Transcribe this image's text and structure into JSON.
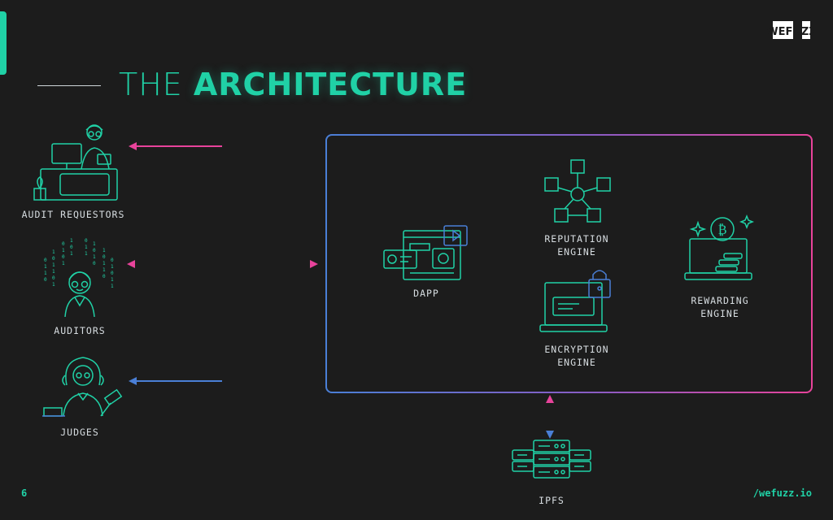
{
  "page": {
    "number": "6",
    "brand_text": "WEFUZZ",
    "url": "/wefuzz.io"
  },
  "title": {
    "prefix": "THE",
    "emphasis": "ARCHITECTURE"
  },
  "actors": [
    {
      "id": "audit-requestors",
      "label": "AUDIT REQUESTORS",
      "icon": "desk-worker-icon"
    },
    {
      "id": "auditors",
      "label": "AUDITORS",
      "icon": "auditor-code-icon"
    },
    {
      "id": "judges",
      "label": "JUDGES",
      "icon": "judge-gavel-icon"
    }
  ],
  "system": {
    "components": [
      {
        "id": "dapp",
        "label": "DAPP",
        "icon": "dapp-window-icon"
      },
      {
        "id": "reputation",
        "label_line1": "REPUTATION",
        "label_line2": "ENGINE",
        "icon": "network-cubes-icon"
      },
      {
        "id": "encryption",
        "label_line1": "ENCRYPTION",
        "label_line2": "ENGINE",
        "icon": "laptop-lock-icon"
      },
      {
        "id": "rewarding",
        "label_line1": "REWARDING",
        "label_line2": "ENGINE",
        "icon": "bitcoin-laptop-icon"
      }
    ]
  },
  "storage": {
    "label": "IPFS",
    "icon": "server-stack-icon"
  },
  "colors": {
    "background": "#1c1c1c",
    "accent": "#20d1a6",
    "pink": "#e8439b",
    "blue": "#4a7fd6",
    "text": "#d7dde1"
  }
}
